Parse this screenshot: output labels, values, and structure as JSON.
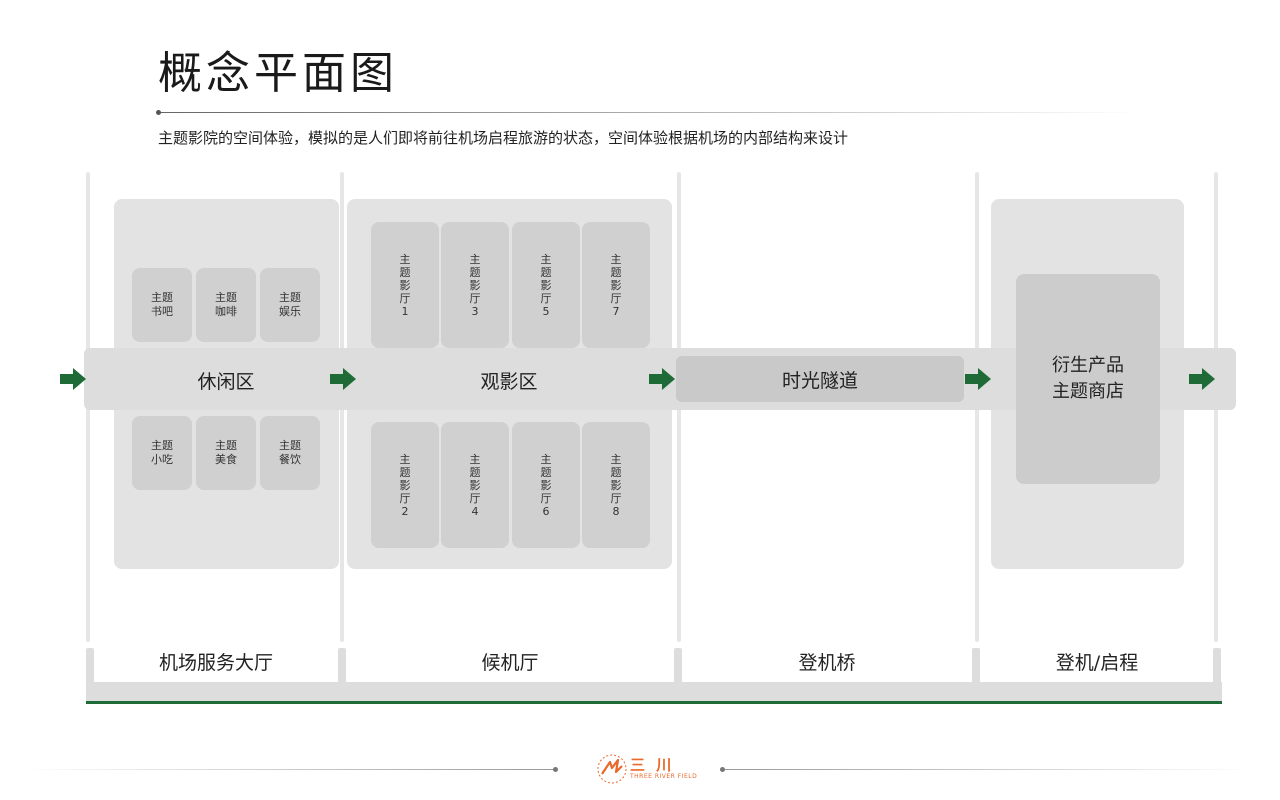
{
  "header": {
    "title": "概念平面图",
    "subtitle": "主题影院的空间体验，模拟的是人们即将前往机场启程旅游的状态，空间体验根据机场的内部结构来设计"
  },
  "colors": {
    "accent_green": "#1f6b38",
    "zone_fill": "#e2e3e2",
    "cell_fill": "#cfd0cf",
    "band_fill": "#dcdddc",
    "logo_orange": "#e8692a"
  },
  "leisure": {
    "label": "休闲区",
    "top_cells": [
      {
        "l1": "主题",
        "l2": "书吧"
      },
      {
        "l1": "主题",
        "l2": "咖啡"
      },
      {
        "l1": "主题",
        "l2": "娱乐"
      }
    ],
    "bottom_cells": [
      {
        "l1": "主题",
        "l2": "小吃"
      },
      {
        "l1": "主题",
        "l2": "美食"
      },
      {
        "l1": "主题",
        "l2": "餐饮"
      }
    ]
  },
  "viewing": {
    "label": "观影区",
    "top_halls": [
      {
        "chars": [
          "主",
          "题",
          "影",
          "厅"
        ],
        "num": "1"
      },
      {
        "chars": [
          "主",
          "题",
          "影",
          "厅"
        ],
        "num": "3"
      },
      {
        "chars": [
          "主",
          "题",
          "影",
          "厅"
        ],
        "num": "5"
      },
      {
        "chars": [
          "主",
          "题",
          "影",
          "厅"
        ],
        "num": "7"
      }
    ],
    "bottom_halls": [
      {
        "chars": [
          "主",
          "题",
          "影",
          "厅"
        ],
        "num": "2"
      },
      {
        "chars": [
          "主",
          "题",
          "影",
          "厅"
        ],
        "num": "4"
      },
      {
        "chars": [
          "主",
          "题",
          "影",
          "厅"
        ],
        "num": "6"
      },
      {
        "chars": [
          "主",
          "题",
          "影",
          "厅"
        ],
        "num": "8"
      }
    ]
  },
  "tunnel": {
    "label": "时光隧道"
  },
  "shop": {
    "line1": "衍生产品",
    "line2": "主题商店"
  },
  "bottom_labels": [
    "机场服务大厅",
    "候机厅",
    "登机桥",
    "登机/启程"
  ],
  "footer": {
    "logo_cn": "三 川",
    "logo_en": "THREE RIVER FIELD"
  }
}
